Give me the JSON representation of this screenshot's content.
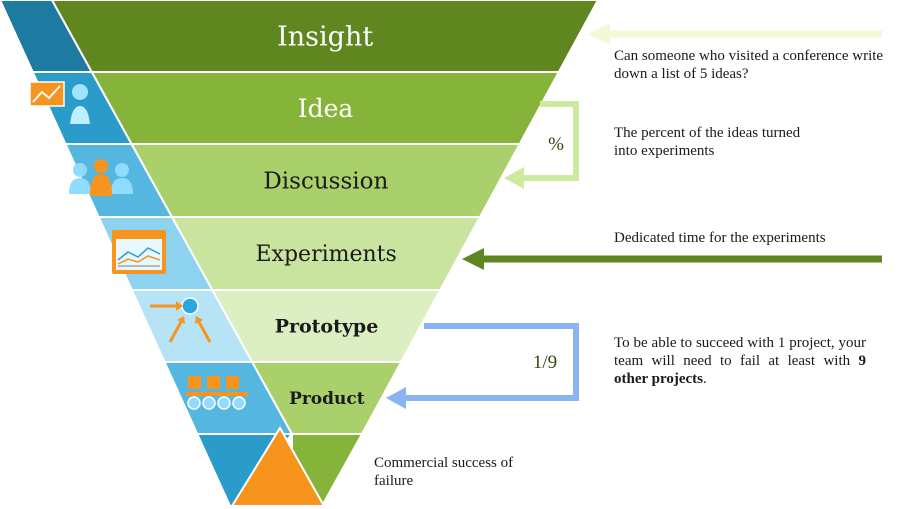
{
  "levels": [
    {
      "label": "Insight",
      "fill": "#5f861f",
      "text_color": "#ffffff"
    },
    {
      "label": "Idea",
      "fill": "#86b43b",
      "text_color": "#ffffff"
    },
    {
      "label": "Discussion",
      "fill": "#a9d06a",
      "text_color": "#1a1a1a"
    },
    {
      "label": "Experiments",
      "fill": "#c8e49e",
      "text_color": "#1a1a1a"
    },
    {
      "label": "Prototype",
      "fill": "#dcefc2",
      "text_color": "#1a1a1a"
    },
    {
      "label": "Product",
      "fill": "#a9d06a",
      "text_color": "#1a1a1a"
    }
  ],
  "left_band_colors": [
    "#1d7aa0",
    "#2b9cc9",
    "#55b7df",
    "#8dd2ef",
    "#b6e4f6",
    "#55b7df",
    "#2b9cc9"
  ],
  "icons": [
    "chart-person-icon",
    "team-icon",
    "line-chart-window-icon",
    "converging-arrows-icon",
    "conveyor-icon"
  ],
  "bottom": {
    "triangle_color": "#f7941d",
    "tip_color": "#86b43b"
  },
  "annotations": {
    "insight": "Can someone who visited a conference write down a list of 5 ideas?",
    "idea_discussion": "The percent of the ideas turned into experiments",
    "experiments": "Dedicated time for the experiments",
    "prototype_product_pre": "To be able to succeed with 1 project, your team will need to fail at least with ",
    "prototype_product_bold": "9 other projects",
    "prototype_product_post": ".",
    "commercial": "Commercial success of failure"
  },
  "ratios": {
    "percent": "%",
    "fraction": "1/9"
  },
  "arrow_colors": {
    "insight": "#f2f8d8",
    "percent": "#cdeb9e",
    "experiments": "#5f861f",
    "fraction": "#8ab4f0"
  }
}
